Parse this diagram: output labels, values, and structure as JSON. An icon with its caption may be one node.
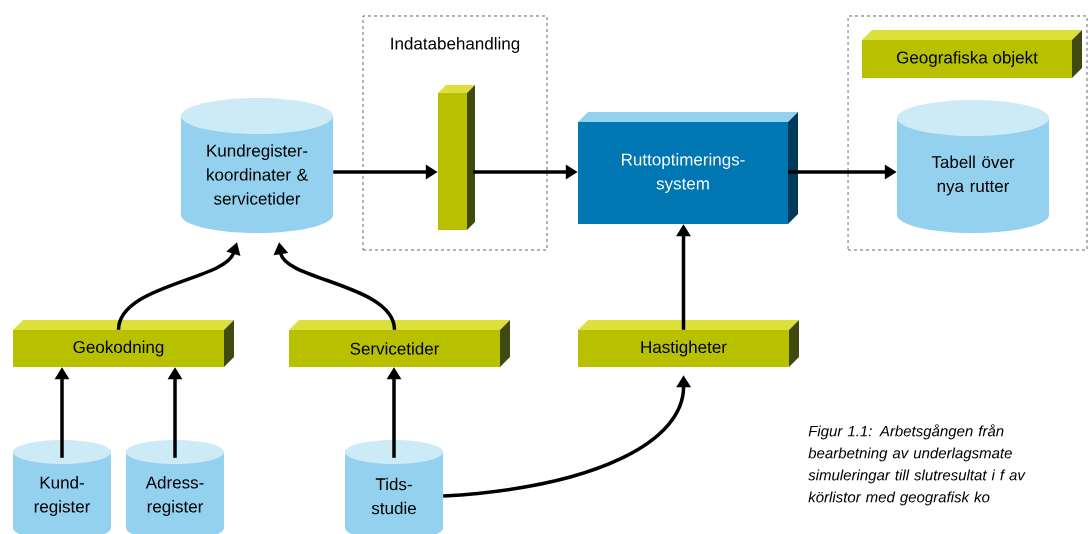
{
  "diagram": {
    "caption": "Figur 1.1: Arbetsgången från bearbetning av underlagsmate simuleringar till slutresultat i f av körlistor med geografisk ko",
    "nodes": [
      {
        "text": [
          "Indatabehandling"
        ]
      },
      {
        "text": [],
        "shape": "bar",
        "in": 0
      },
      {
        "text": [],
        "shape": "box"
      },
      {
        "text": [
          "Geografiska objekt"
        ],
        "in": 2
      },
      {
        "text": [
          "Tabell över nya rutter"
        ],
        "in": 2
      },
      {
        "text": [
          "Kundregister- koordinater & servicetider"
        ]
      },
      {
        "text": [
          "Ruttoptimerings- system"
        ]
      },
      {
        "text": [
          "Geokodning"
        ]
      },
      {
        "text": [
          "Servicetider"
        ]
      },
      {
        "text": [
          "Hastigheter"
        ]
      },
      {
        "text": [
          "Kund- register"
        ]
      },
      {
        "text": [
          "Adress- register"
        ]
      },
      {
        "text": [
          "Tids- studie"
        ]
      }
    ],
    "edges": [
      {
        "from": 5,
        "to": 1,
        "arrow": "to"
      },
      {
        "from": 1,
        "to": 6,
        "arrow": "to"
      },
      {
        "from": 6,
        "to": 4,
        "arrow": "to"
      },
      {
        "from": 7,
        "to": 5,
        "arrow": "to"
      },
      {
        "from": 8,
        "to": 5,
        "arrow": "to"
      },
      {
        "from": 9,
        "to": 6,
        "arrow": "to"
      },
      {
        "from": 10,
        "to": 7,
        "arrow": "to"
      },
      {
        "from": 11,
        "to": 7,
        "arrow": "to"
      },
      {
        "from": 12,
        "to": 8,
        "arrow": "to"
      },
      {
        "from": 12,
        "to": 9,
        "arrow": "to"
      }
    ]
  }
}
